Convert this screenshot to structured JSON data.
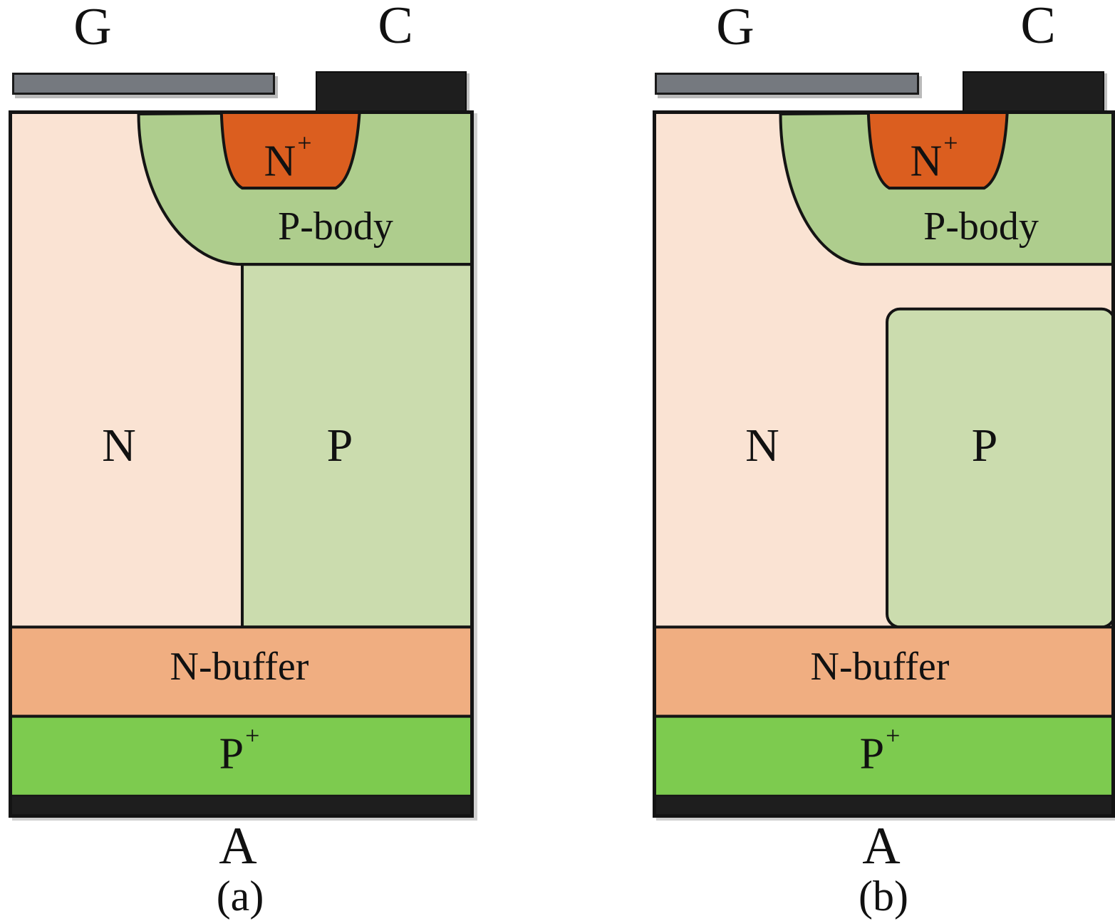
{
  "panels": [
    {
      "caption": "(a)",
      "gate_label": "G",
      "cathode_label": "C",
      "anode_label": "A",
      "regions": {
        "n_plus": {
          "base": "N",
          "sup": "+"
        },
        "p_body": "P-body",
        "n_drift": "N",
        "p_region": "P",
        "n_buffer": "N-buffer",
        "p_plus": {
          "base": "P",
          "sup": "+"
        }
      }
    },
    {
      "caption": "(b)",
      "gate_label": "G",
      "cathode_label": "C",
      "anode_label": "A",
      "regions": {
        "n_plus": {
          "base": "N",
          "sup": "+"
        },
        "p_body": "P-body",
        "n_drift": "N",
        "p_region": "P",
        "n_buffer": "N-buffer",
        "p_plus": {
          "base": "P",
          "sup": "+"
        }
      }
    }
  ],
  "colors": {
    "n_plus": "#DB5E1F",
    "p_body": "#AECD8D",
    "p_region": "#CBDCAE",
    "n_drift": "#FAE3D3",
    "n_buffer": "#F0AE81",
    "p_plus": "#7DCB4F",
    "gate_electrode": "#75797F",
    "contact": "#1E1E1E",
    "outline": "#141414"
  }
}
